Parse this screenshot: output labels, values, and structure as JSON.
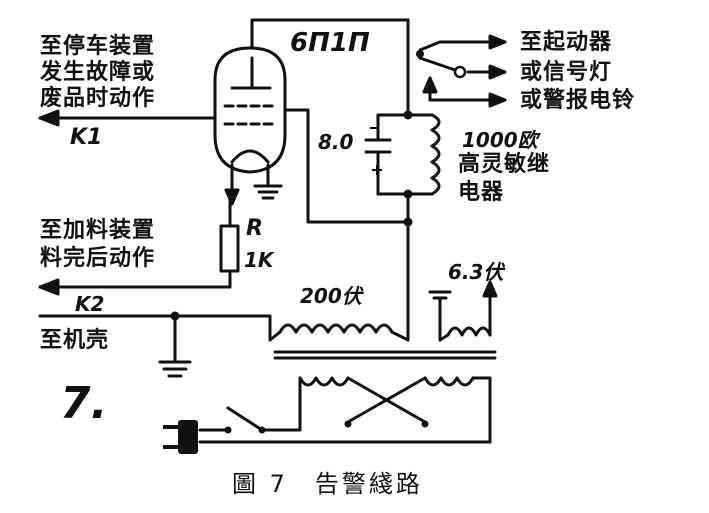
{
  "figure": {
    "number_mark": "7.",
    "caption": "圖 7　告警綫路"
  },
  "labels": {
    "left_top": [
      "至停车装置",
      "发生故障或",
      "废品时动作"
    ],
    "k1": "K1",
    "left_mid": [
      "至加料装置",
      "料完后动作"
    ],
    "k2": "K2",
    "chassis": "至机壳",
    "tube": "6П1П",
    "cap": "8.0",
    "relay": [
      "1000欧",
      "高灵敏继",
      "电器"
    ],
    "resistor_r": "R",
    "resistor_value": "1K",
    "v200": "200伏",
    "v63": "6.3伏",
    "right_outputs": [
      "至起动器",
      "或信号灯",
      "或警报电铃"
    ]
  },
  "colors": {
    "ink": "#111111",
    "paper": "#ffffff"
  }
}
